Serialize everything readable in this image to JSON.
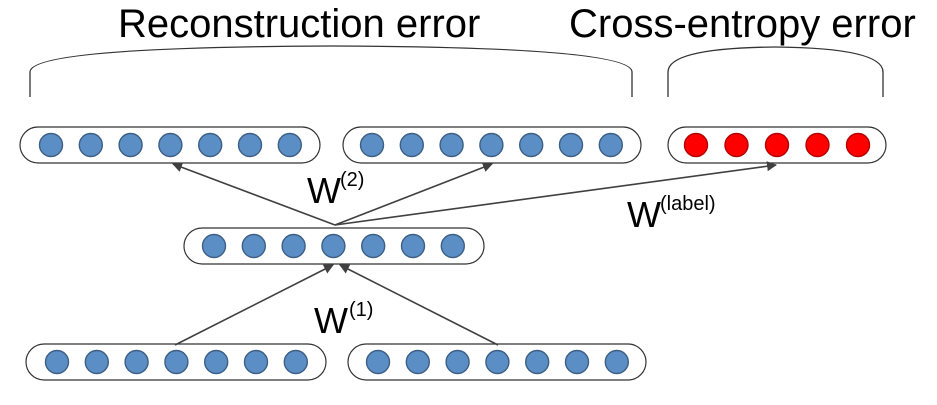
{
  "titles": {
    "reconstruction": "Reconstruction error",
    "cross_entropy": "Cross-entropy error"
  },
  "weights": {
    "w1_base": "W",
    "w1_sup": "(1)",
    "w2_base": "W",
    "w2_sup": "(2)",
    "wlabel_base": "W",
    "wlabel_sup": "(label)"
  },
  "colors": {
    "node_fill": "#5b8ec4",
    "label_node_fill": "#ff0000",
    "box_stroke": "#333333",
    "arrow": "#404040"
  },
  "layers": [
    {
      "id": "reconstruction-left",
      "nodes": 7,
      "node_color": "node_fill"
    },
    {
      "id": "reconstruction-right",
      "nodes": 7,
      "node_color": "node_fill"
    },
    {
      "id": "label-output",
      "nodes": 5,
      "node_color": "label_node_fill"
    },
    {
      "id": "hidden-parent",
      "nodes": 7,
      "node_color": "node_fill"
    },
    {
      "id": "input-left",
      "nodes": 7,
      "node_color": "node_fill"
    },
    {
      "id": "input-right",
      "nodes": 7,
      "node_color": "node_fill"
    }
  ]
}
